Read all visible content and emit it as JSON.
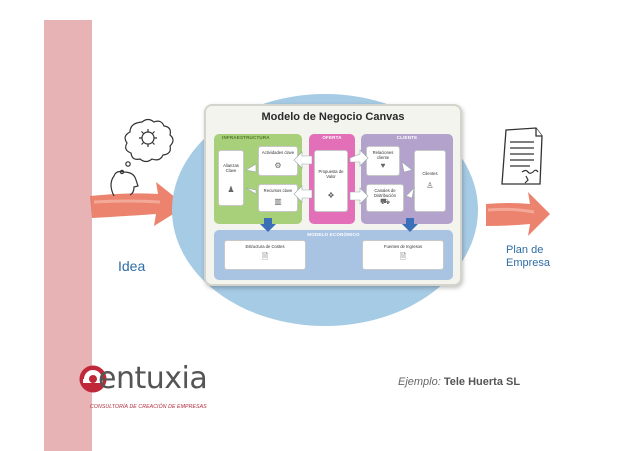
{
  "canvas": {
    "title": "Modelo de Negocio Canvas",
    "sections": {
      "infraestructura": "INFRAESTRUCTURA",
      "oferta": "OFERTA",
      "cliente": "CLIENTE",
      "economico": "MODELO ECONÓMICO"
    },
    "blocks": {
      "alianzas": "Alianzas Clave",
      "actividades": "Actividades clave",
      "recursos": "Recursos clave",
      "propuesta": "Propuesta de Valor",
      "relaciones": "Relaciones cliente",
      "canales": "Canales de Distribución",
      "clientes": "Clientes",
      "costes": "Estructura de Costes",
      "ingresos": "Fuentes de Ingresos"
    }
  },
  "labels": {
    "idea": "Idea",
    "plan_line1": "Plan de",
    "plan_line2": "Empresa"
  },
  "example": {
    "prefix": "Ejemplo:",
    "name": "Tele Huerta SL"
  },
  "brand": {
    "name": "entuxia",
    "tagline": "CONSULTORÍA DE CREACIÓN DE EMPRESAS",
    "accent": "#c0283a"
  },
  "colors": {
    "strip": "#e7b3b4",
    "ellipse": "#a6cbe4",
    "arrow": "#e9765f",
    "infra": "#a8cf7a",
    "oferta": "#e36fb8",
    "cliente": "#b3a2cc",
    "economico": "#a9c3e2",
    "label_text": "#2e6da4"
  },
  "icons": [
    "thinking-head-icon",
    "document-icon",
    "entuxia-logo-icon"
  ]
}
